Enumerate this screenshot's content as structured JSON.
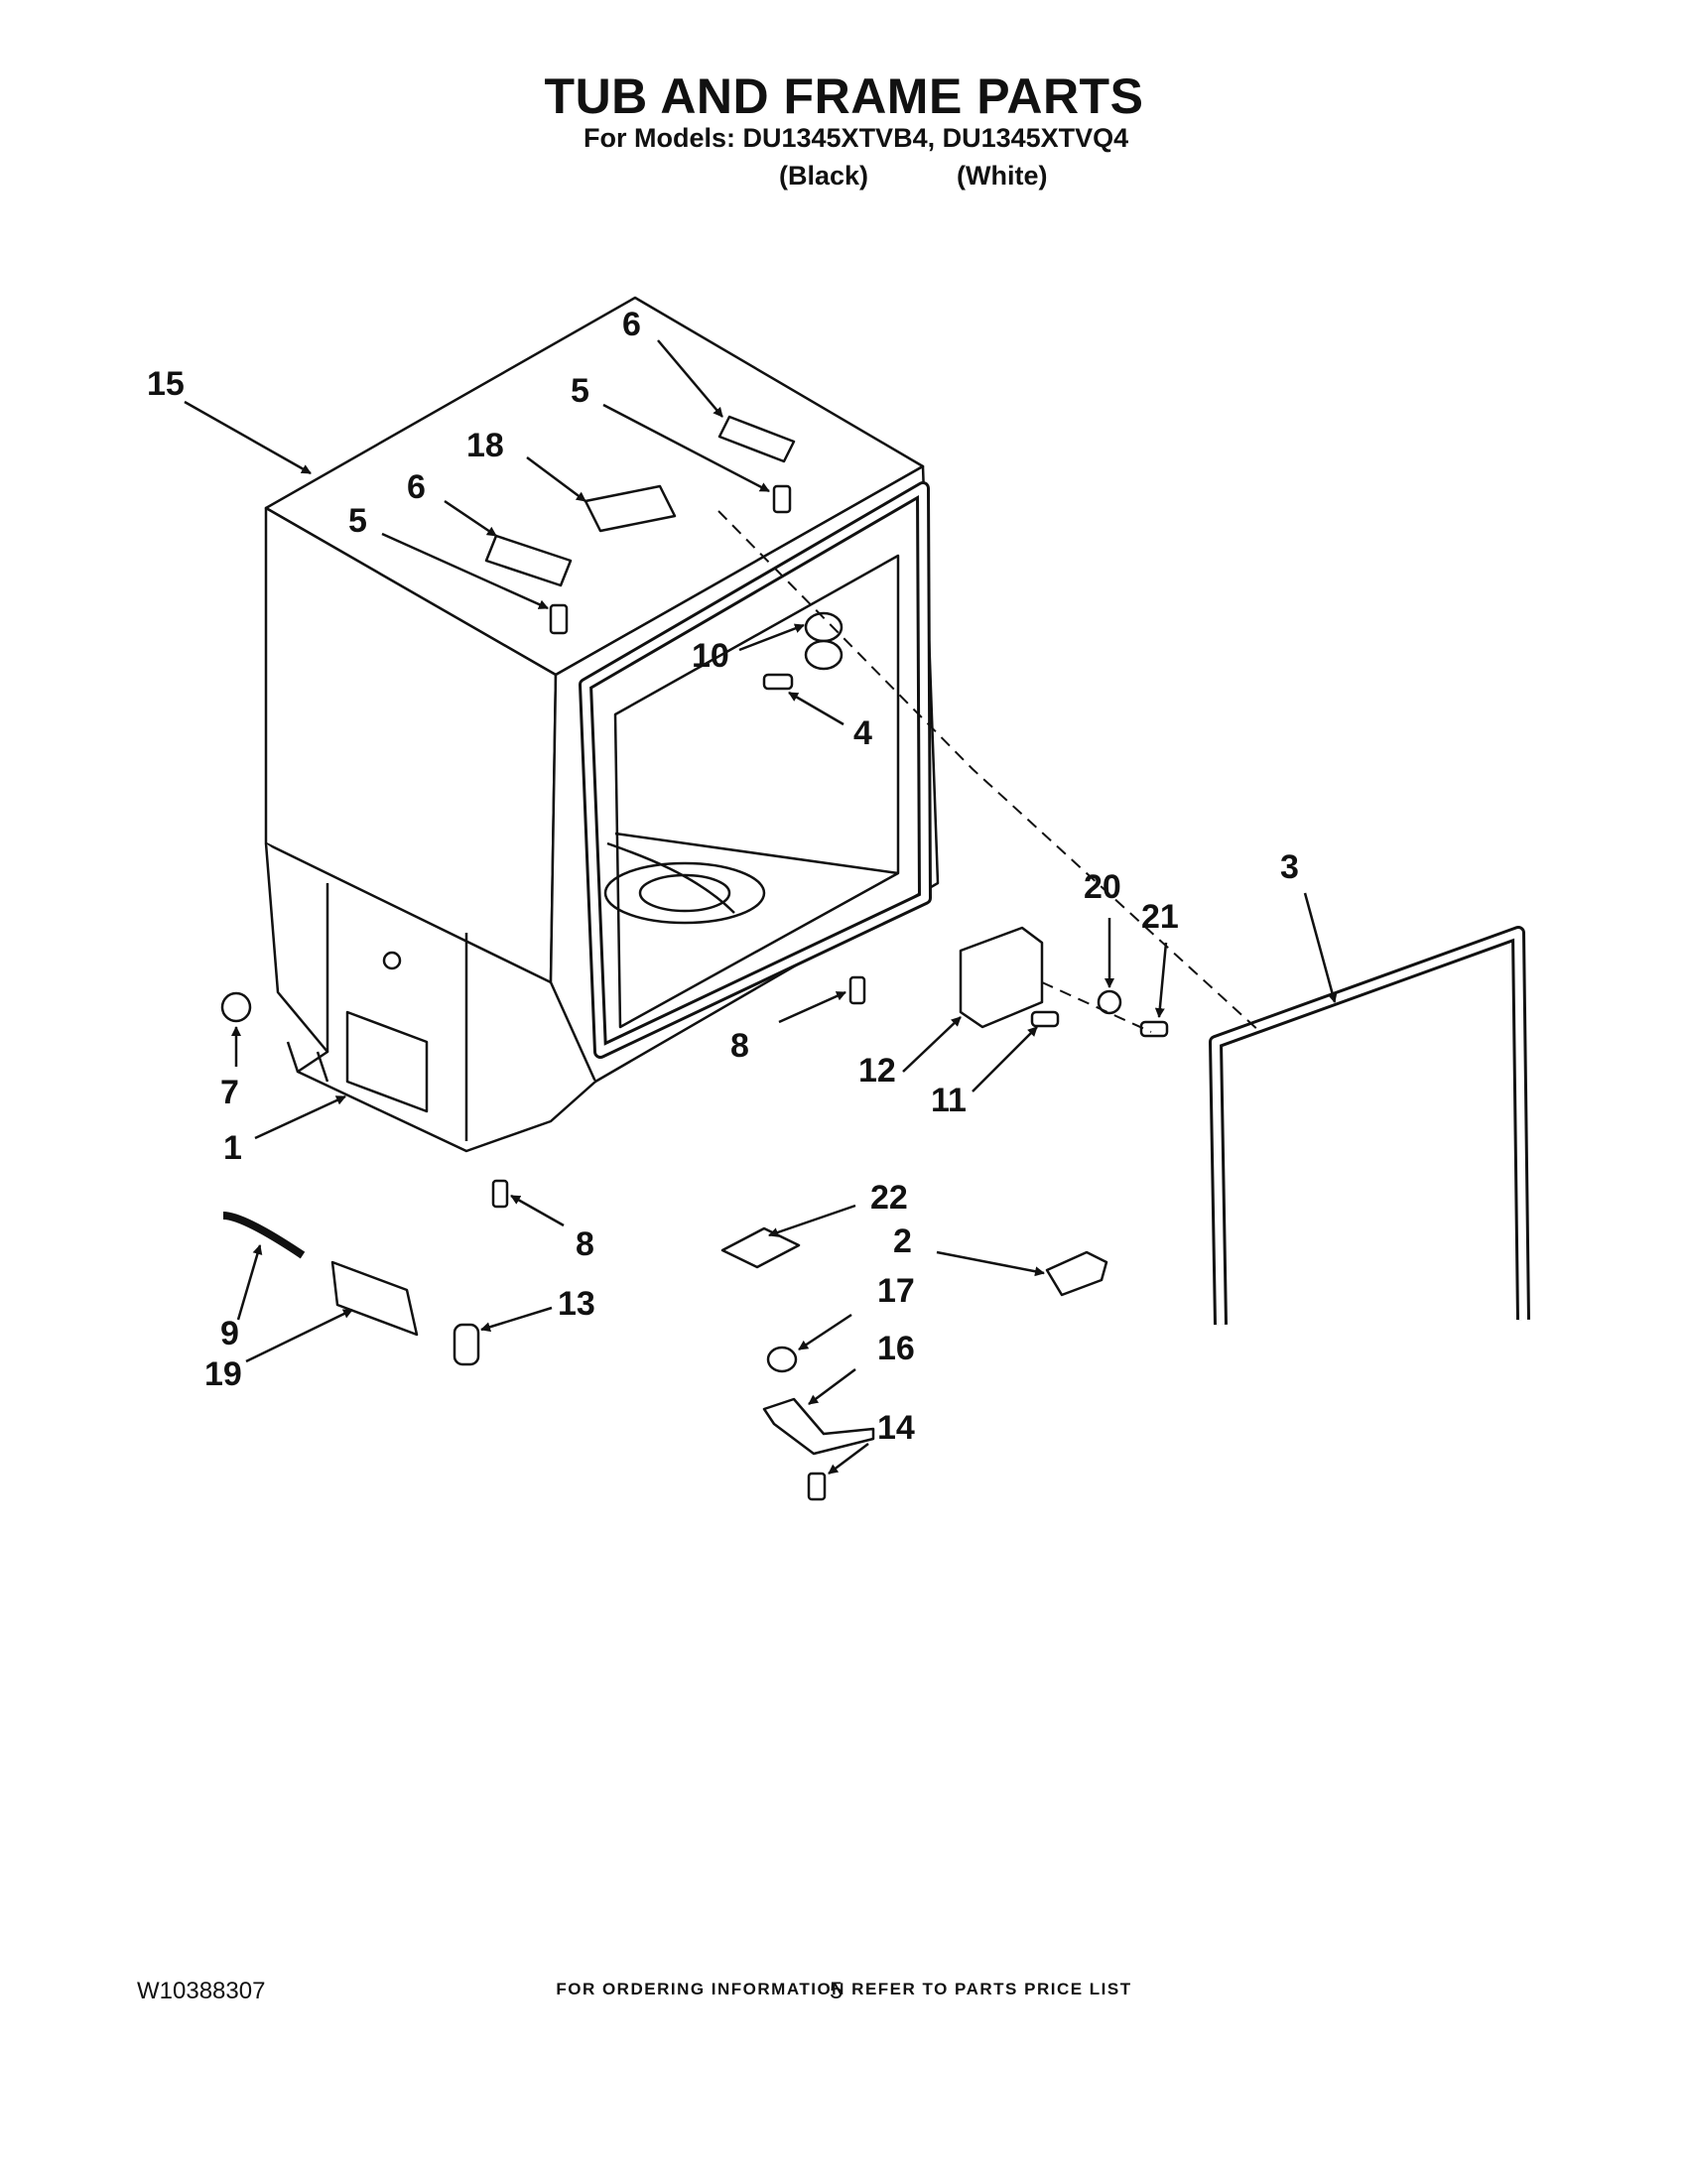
{
  "header": {
    "title": "TUB AND FRAME PARTS",
    "subtitle": "For Models: DU1345XTVB4, DU1345XTVQ4",
    "color_black": "(Black)",
    "color_white": "(White)"
  },
  "callouts": {
    "c1": "1",
    "c2": "2",
    "c3": "3",
    "c4": "4",
    "c5a": "5",
    "c5b": "5",
    "c6a": "6",
    "c6b": "6",
    "c7": "7",
    "c8a": "8",
    "c8b": "8",
    "c9": "9",
    "c10": "10",
    "c11": "11",
    "c12": "12",
    "c13": "13",
    "c14": "14",
    "c15": "15",
    "c16": "16",
    "c17": "17",
    "c18": "18",
    "c19": "19",
    "c20": "20",
    "c21": "21",
    "c22": "22"
  },
  "footer": {
    "note": "FOR ORDERING INFORMATION REFER TO PARTS PRICE LIST",
    "doc_number": "W10388307",
    "page_number": "5"
  }
}
